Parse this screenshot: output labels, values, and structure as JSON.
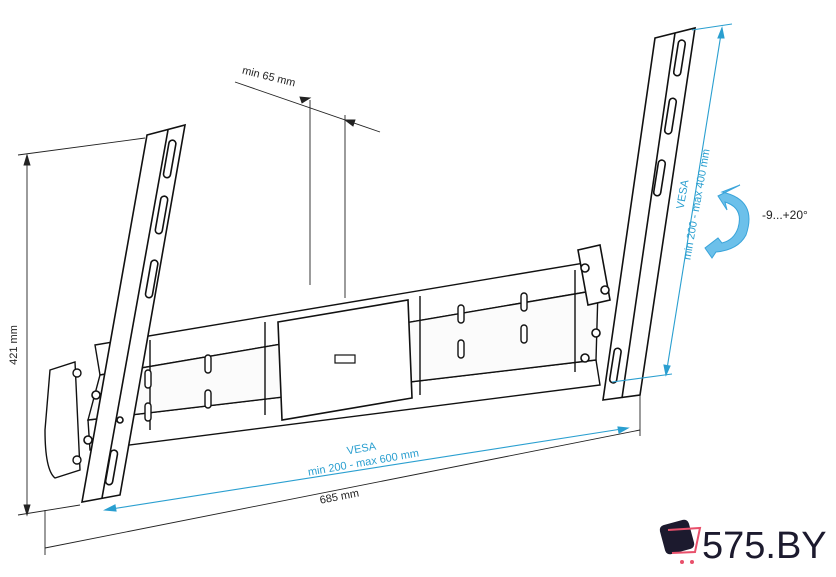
{
  "dimensions": {
    "height": "421 mm",
    "width": "685 mm",
    "min_gap": "min 65 mm",
    "tilt": "-9...+20°"
  },
  "vesa_horizontal": {
    "title": "VESA",
    "range": "min 200 - max 600 mm"
  },
  "vesa_vertical": {
    "title": "VESA",
    "range": "min 200 - max 400 mm"
  },
  "logo": {
    "text": "575.BY"
  },
  "colors": {
    "line": "#111111",
    "accent": "#2a9fd0",
    "arrow": "#6cc0ea"
  }
}
